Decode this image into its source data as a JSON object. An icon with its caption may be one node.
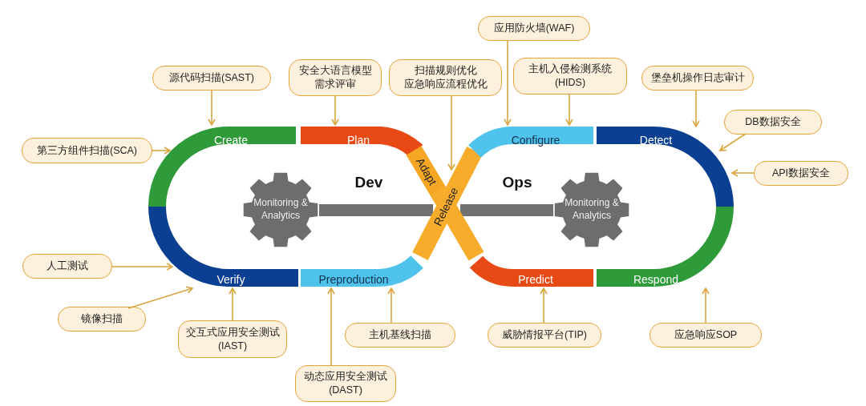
{
  "diagram": {
    "nodes": [
      {
        "text": [
          "Create"
        ]
      },
      {
        "text": [
          "Plan"
        ]
      },
      {
        "text": [
          "Adapt"
        ]
      },
      {
        "text": [
          "Release"
        ]
      },
      {
        "text": [
          "Configure"
        ]
      },
      {
        "text": [
          "Detect"
        ]
      },
      {
        "text": [
          "Verify"
        ]
      },
      {
        "text": [
          "Preproduction"
        ]
      },
      {
        "text": [
          "Predict"
        ]
      },
      {
        "text": [
          "Respond"
        ]
      },
      {
        "text": [
          "Monitoring & Analytics"
        ]
      },
      {
        "text": [
          "Monitoring & Analytics"
        ]
      },
      {
        "text": [
          "源代码扫描(SAST)"
        ]
      },
      {
        "text": [
          "安全大语言模型需求评审"
        ]
      },
      {
        "text": [
          "扫描规则优化",
          "应急响应流程优化"
        ]
      },
      {
        "text": [
          "应用防火墙(WAF)"
        ]
      },
      {
        "text": [
          "主机入侵检测系统(HIDS)"
        ]
      },
      {
        "text": [
          "堡垒机操作日志审计"
        ]
      },
      {
        "text": [
          "DB数据安全"
        ]
      },
      {
        "text": [
          "API数据安全"
        ]
      },
      {
        "text": [
          "第三方组件扫描(SCA)"
        ]
      },
      {
        "text": [
          "人工测试"
        ]
      },
      {
        "text": [
          "镜像扫描"
        ]
      },
      {
        "text": [
          "交互式应用安全测试(IAST)"
        ]
      },
      {
        "text": [
          "动态应用安全测试(DAST)"
        ]
      },
      {
        "text": [
          "主机基线扫描"
        ]
      },
      {
        "text": [
          "威胁情报平台(TIP)"
        ]
      },
      {
        "text": [
          "应急响应SOP"
        ]
      },
      {
        "text": [],
        "shape": "bar"
      },
      {
        "text": [],
        "shape": "bar"
      }
    ],
    "edges": [
      {
        "from": 12,
        "to": 0,
        "arrow": "to"
      },
      {
        "from": 13,
        "to": 1,
        "arrow": "to"
      },
      {
        "from": 14,
        "to": 3,
        "arrow": "to"
      },
      {
        "from": 15,
        "to": 4,
        "arrow": "to"
      },
      {
        "from": 16,
        "to": 4,
        "arrow": "to"
      },
      {
        "from": 17,
        "to": 5,
        "arrow": "to"
      },
      {
        "from": 18,
        "to": 5,
        "arrow": "to"
      },
      {
        "from": 19,
        "to": 5,
        "arrow": "to"
      },
      {
        "from": 20,
        "to": 0,
        "arrow": "to"
      },
      {
        "from": 21,
        "to": 6,
        "arrow": "to"
      },
      {
        "from": 22,
        "to": 6,
        "arrow": "to"
      },
      {
        "from": 23,
        "to": 6,
        "arrow": "to"
      },
      {
        "from": 24,
        "to": 7,
        "arrow": "to"
      },
      {
        "from": 25,
        "to": 7,
        "arrow": "to"
      },
      {
        "from": 26,
        "to": 8,
        "arrow": "to"
      },
      {
        "from": 27,
        "to": 9,
        "arrow": "to"
      }
    ],
    "labels": [
      "Dev",
      "Ops"
    ]
  }
}
